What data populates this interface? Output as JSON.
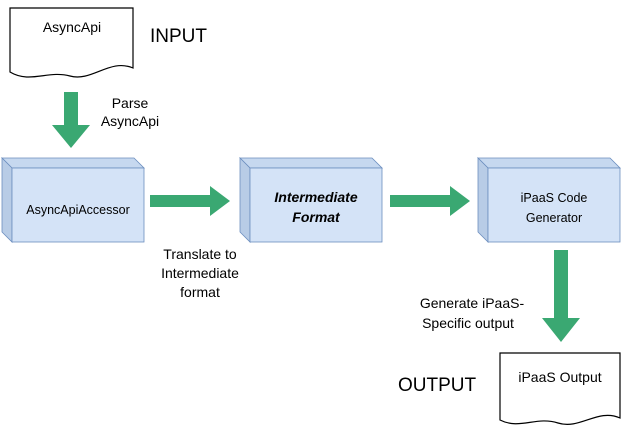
{
  "labels": {
    "input": "INPUT",
    "output": "OUTPUT",
    "parse_line1": "Parse",
    "parse_line2": "AsyncApi",
    "translate_line1": "Translate to",
    "translate_line2": "Intermediate",
    "translate_line3": "format",
    "generate_line1": "Generate iPaaS-",
    "generate_line2": "Specific output"
  },
  "documents": {
    "input_doc": "AsyncApi",
    "output_doc": "iPaaS Output"
  },
  "boxes": {
    "accessor": "AsyncApiAccessor",
    "intermediate_line1": "Intermediate",
    "intermediate_line2": "Format",
    "generator_line1": "iPaaS Code",
    "generator_line2": "Generator"
  },
  "colors": {
    "arrow": "#3aa872",
    "box_front": "#d4e3f7",
    "box_side": "#b8cce6",
    "box_top": "#c6d8ef",
    "stroke": "#000000"
  }
}
